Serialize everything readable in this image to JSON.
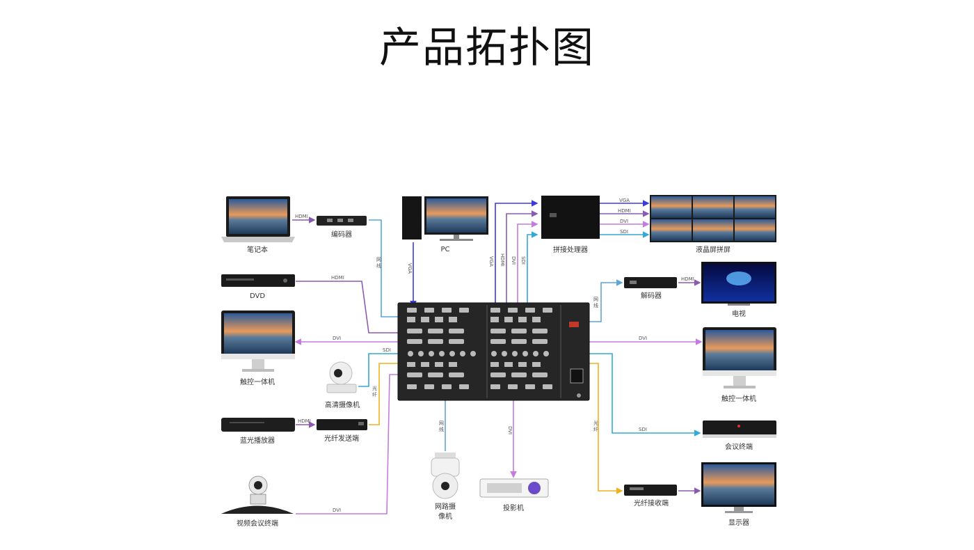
{
  "title": "产品拓扑图",
  "devices": {
    "laptop": "笔记本",
    "encoder": "编码器",
    "pc": "PC",
    "splicer": "拼接处理器",
    "lcd_wall": "液晶屏拼屏",
    "dvd": "DVD",
    "decoder": "解码器",
    "tv": "电视",
    "aio_left": "触控一体机",
    "aio_right": "触控一体机",
    "hd_camera": "高清摄像机",
    "bluray": "蓝光播放器",
    "fiber_tx": "光纤发送端",
    "conf_terminal": "会议终端",
    "vc_terminal": "视频会议终端",
    "ip_camera_1": "网路摄",
    "ip_camera_2": "像机",
    "projector": "投影机",
    "fiber_rx": "光纤接收端",
    "monitor": "显示器"
  },
  "signals": {
    "laptop_encoder": "HDMI",
    "encoder_net_1": "网",
    "encoder_net_2": "线",
    "pc_vga": "VGA",
    "dvd_hdmi": "HDMI",
    "aio_dvi": "DVI",
    "cam_sdi": "SDI",
    "fiber_1": "光",
    "fiber_2": "纤",
    "bluray_hdmi": "HDMI",
    "vc_dvi": "DVI",
    "ipcam_net_1": "网",
    "ipcam_net_2": "线",
    "proj_dvi": "DVI",
    "splicer_vga": "VGA",
    "splicer_hdmi": "HDMI",
    "splicer_dvi": "DVI",
    "splicer_sdi": "SDI",
    "out_vga": "VGA",
    "out_hdmi": "HDMI",
    "out_dvi": "DVI",
    "out_sdi": "SDI",
    "decoder_net_1": "网",
    "decoder_net_2": "线",
    "decoder_hdmi": "HDMI",
    "aio_right_dvi": "DVI",
    "conf_sdi": "SDI",
    "fiber_r1": "光",
    "fiber_r2": "纤"
  },
  "colors": {
    "network": "#5aa6d6",
    "vga": "#3b3bd6",
    "hdmi": "#8a5ab0",
    "dvi": "#c37be0",
    "sdi": "#33a9d6",
    "fiber": "#f0b020"
  }
}
